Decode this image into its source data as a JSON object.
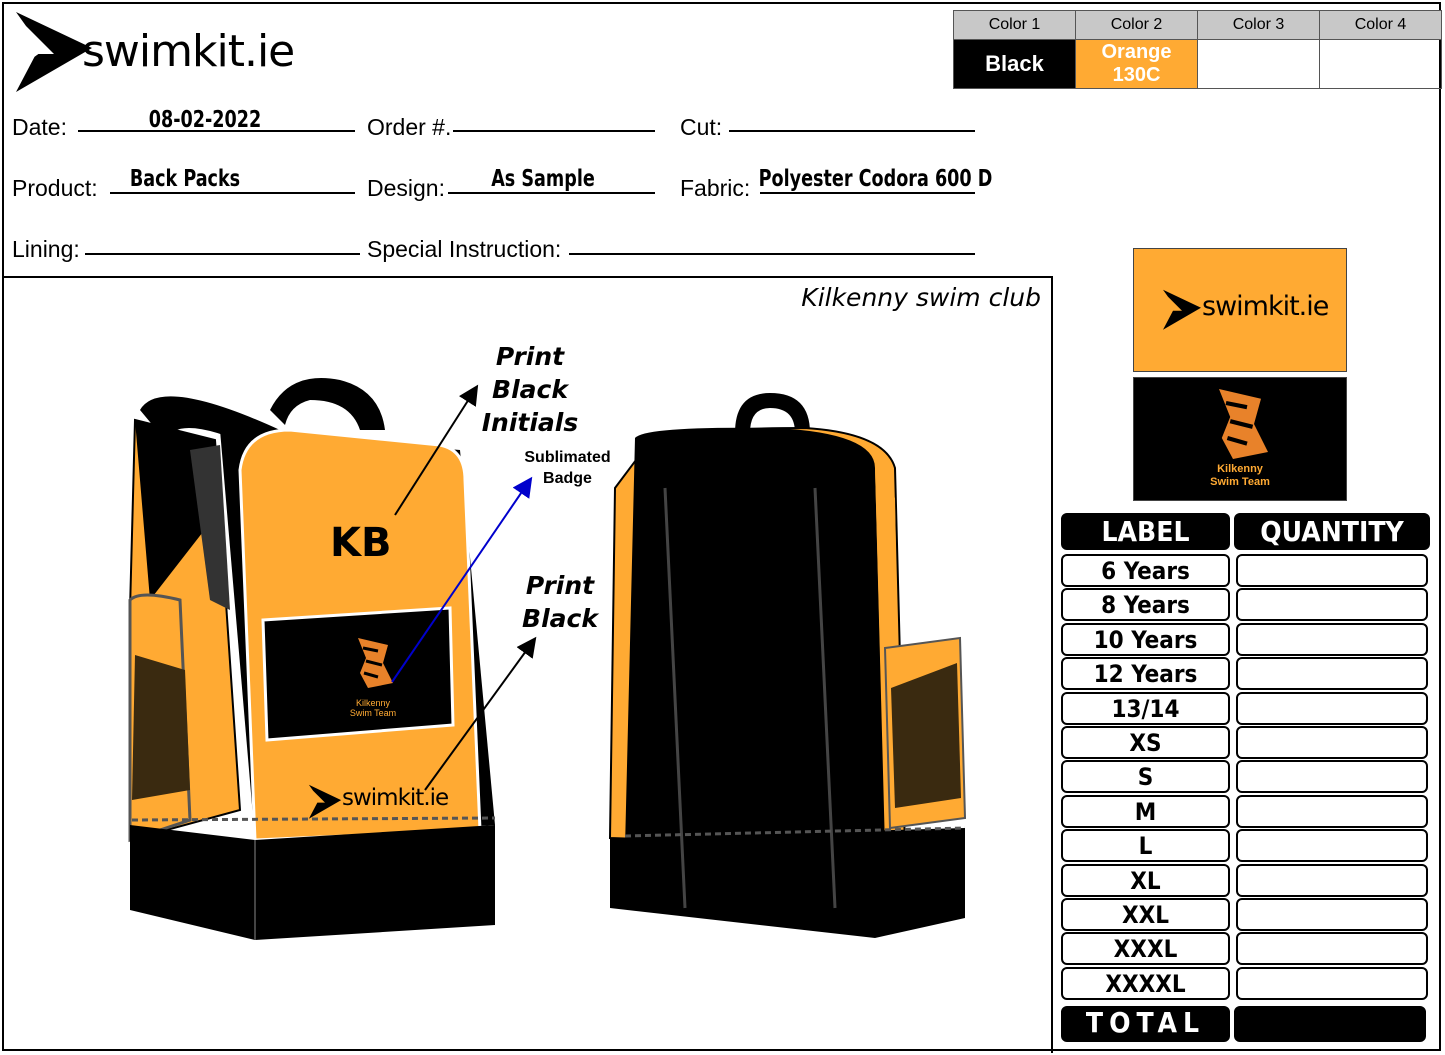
{
  "logo": {
    "text": "swimkit.ie"
  },
  "colors": {
    "headers": [
      "Color 1",
      "Color 2",
      "Color 3",
      "Color 4"
    ],
    "values": [
      "Black",
      "Orange 130C",
      "",
      ""
    ],
    "black_hex": "#000000",
    "orange_hex": "#FFAA33"
  },
  "form": {
    "date_label": "Date:",
    "date_value": "08-02-2022",
    "order_label": "Order #.",
    "order_value": "",
    "cut_label": "Cut:",
    "cut_value": "",
    "product_label": "Product:",
    "product_value": "Back Packs",
    "design_label": "Design:",
    "design_value": "As Sample",
    "fabric_label": "Fabric:",
    "fabric_value": "Polyester Codora 600 D",
    "lining_label": "Lining:",
    "lining_value": "",
    "special_label": "Special Instruction:",
    "special_value": ""
  },
  "drawing": {
    "club_name": "Kilkenny swim club",
    "initials": "KB",
    "annotation_initials": [
      "Print Black",
      "Initials"
    ],
    "annotation_badge": [
      "Sublimated",
      "Badge"
    ],
    "annotation_logo": [
      "Print",
      "Black"
    ],
    "badge_text": [
      "Kilkenny",
      "Swim Team"
    ],
    "bag_logo_text": "swimkit.ie"
  },
  "swatches": {
    "orange_logo_text": "swimkit.ie",
    "badge_text": [
      "Kilkenny",
      "Swim Team"
    ]
  },
  "size_table": {
    "header_label": "LABEL",
    "header_quantity": "QUANTITY",
    "rows": [
      "6 Years",
      "8 Years",
      "10 Years",
      "12 Years",
      "13/14",
      "XS",
      "S",
      "M",
      "L",
      "XL",
      "XXL",
      "XXXL",
      "XXXXL"
    ],
    "total_label": "TOTAL"
  }
}
